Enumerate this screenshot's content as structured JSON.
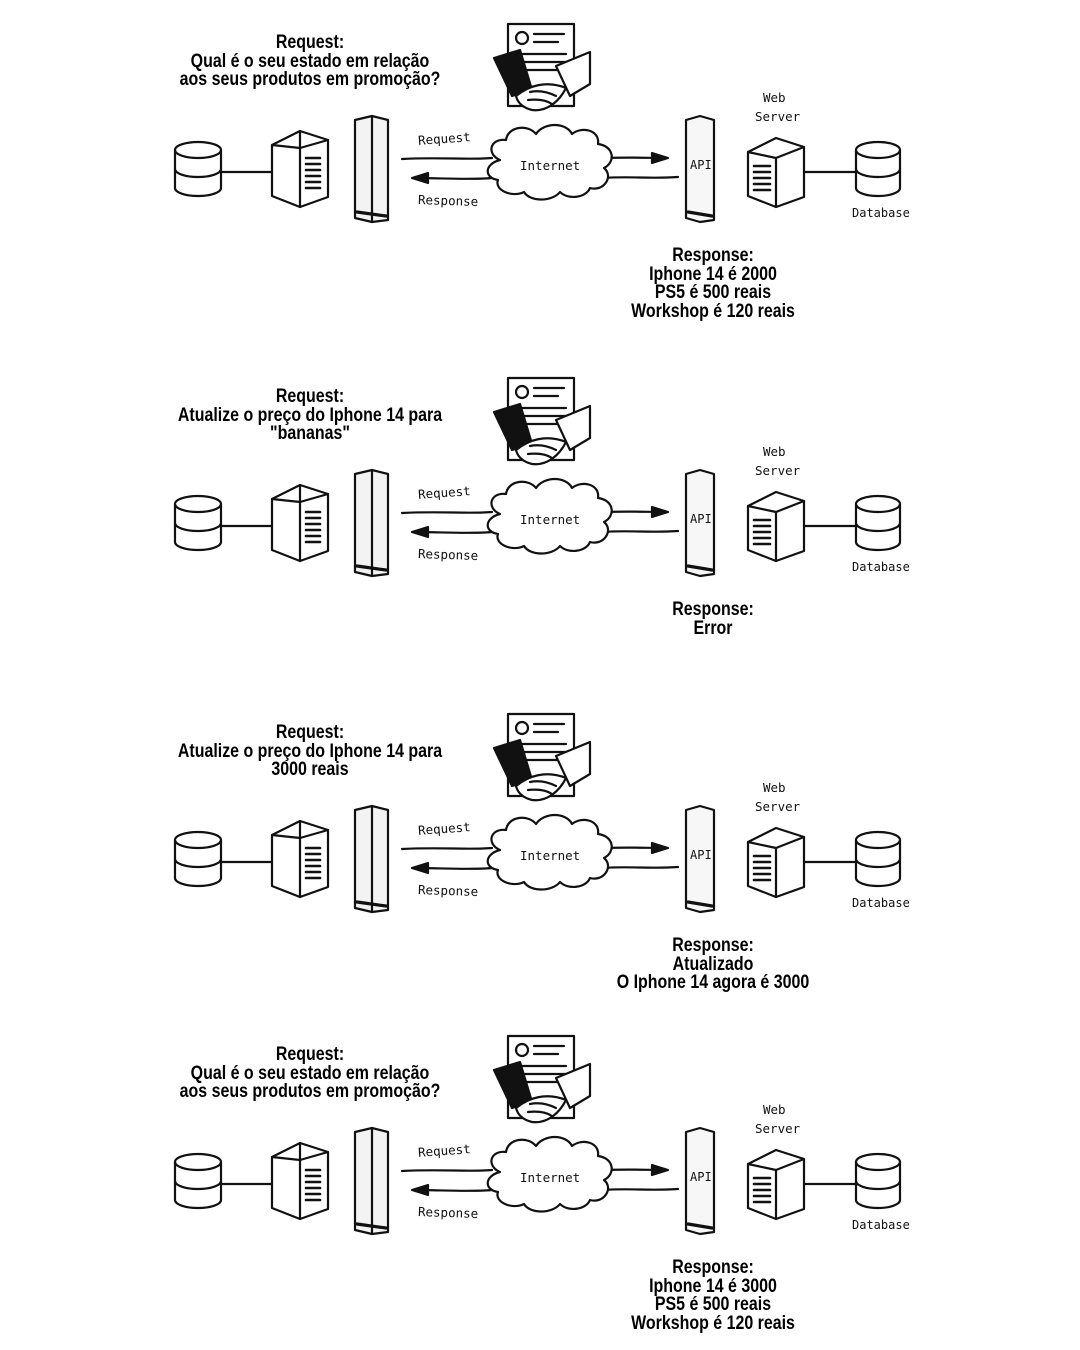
{
  "labels": {
    "request": "Request",
    "response": "Response",
    "internet": "Internet",
    "api": "API",
    "web": "Web",
    "server": "Server",
    "database": "Database"
  },
  "panels": [
    {
      "request_lines": [
        "Request:",
        "Qual é o seu estado em relação",
        "aos seus produtos em promoção?"
      ],
      "response_lines": [
        "Response:",
        "Iphone 14 é 2000",
        "PS5 é 500 reais",
        "Workshop é 120 reais"
      ]
    },
    {
      "request_lines": [
        "Request:",
        "Atualize o preço do Iphone 14 para",
        "\"bananas\""
      ],
      "response_lines": [
        "Response:",
        "Error"
      ]
    },
    {
      "request_lines": [
        "Request:",
        "Atualize o preço do Iphone 14 para",
        "3000 reais"
      ],
      "response_lines": [
        "Response:",
        "Atualizado",
        "O Iphone 14 agora é 3000"
      ]
    },
    {
      "request_lines": [
        "Request:",
        "Qual é o seu estado em relação",
        "aos seus produtos em promoção?"
      ],
      "response_lines": [
        "Response:",
        "Iphone 14 é 3000",
        "PS5 é 500 reais",
        "Workshop é 120 reais"
      ]
    }
  ]
}
